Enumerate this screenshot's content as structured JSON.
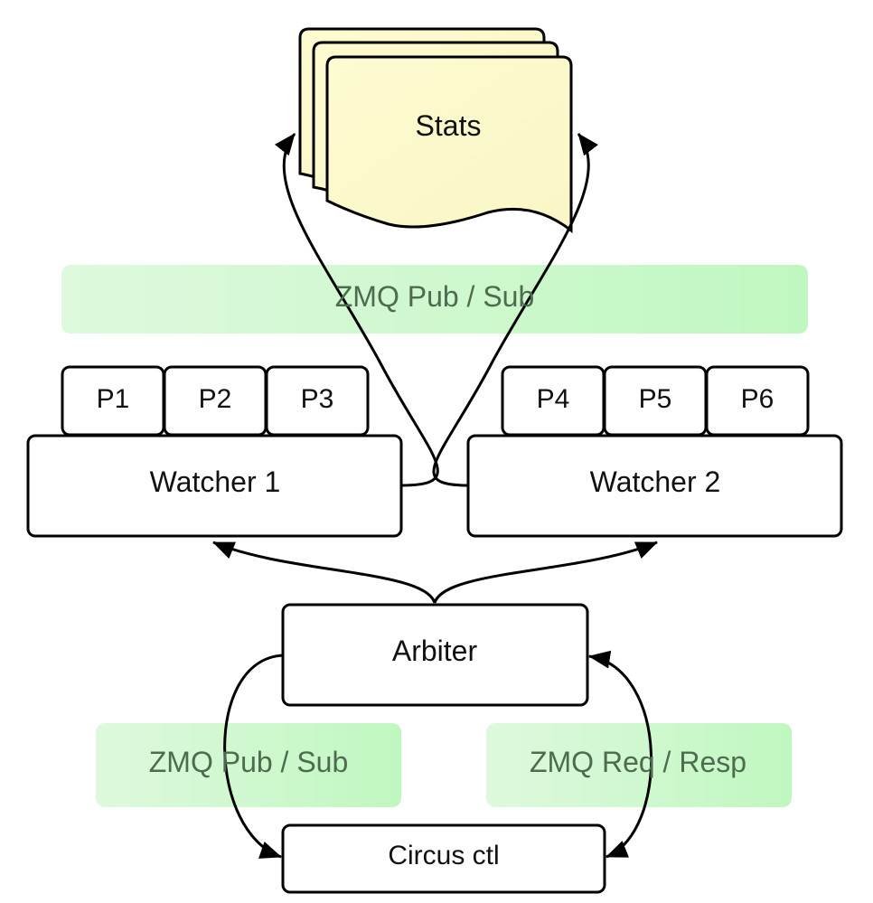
{
  "nodes": {
    "stats": "Stats",
    "watcher1": "Watcher 1",
    "watcher2": "Watcher 2",
    "arbiter": "Arbiter",
    "circus_ctl": "Circus ctl"
  },
  "processes": {
    "p1": "P1",
    "p2": "P2",
    "p3": "P3",
    "p4": "P4",
    "p5": "P5",
    "p6": "P6"
  },
  "channels": {
    "top": "ZMQ Pub / Sub",
    "bottom_left": "ZMQ Pub / Sub",
    "bottom_right": "ZMQ Req / Resp"
  },
  "colors": {
    "band": "#c8fbc8",
    "document": "#fdfbd2",
    "stroke": "#000000"
  }
}
